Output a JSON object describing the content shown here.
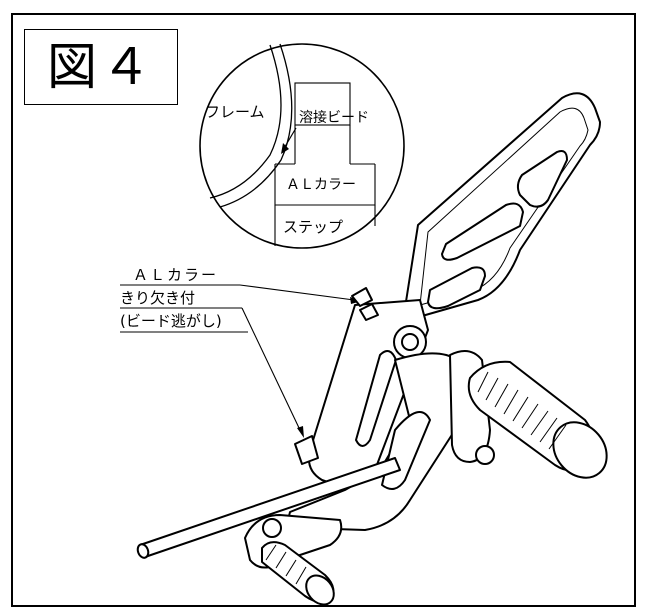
{
  "figure": {
    "title": "図４"
  },
  "detail": {
    "frame_label": "フレーム",
    "weld_bead_label": "溶接ビード",
    "collar_label": "ＡＬカラー",
    "step_label": "ステップ"
  },
  "callout": {
    "line1": "ＡＬカラー",
    "line2": "きり欠き付",
    "line3": "(ビード逃がし)"
  }
}
